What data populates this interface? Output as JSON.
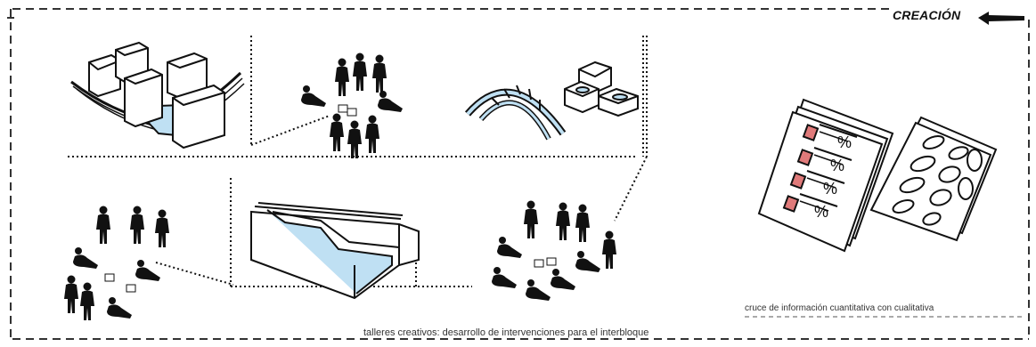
{
  "title": "CREACIÓN",
  "icons": {
    "arrow": "left-arrow-icon",
    "buildings": "river-buildings-sketch",
    "people": "people-silhouettes",
    "bridge": "arch-bridge-sketch",
    "boxes": "stepped-box-planters",
    "channel": "water-channel-sketch",
    "survey": "survey-sheet-icon",
    "notes": "speech-bubbles-sheet-icon"
  },
  "captions": {
    "workshops": "talleres creativos: desarrollo de intervenciones para el interbloque",
    "cross_info": "cruce de información cuantitativa con cualitativa"
  },
  "survey_marks": [
    "%",
    "%",
    "%",
    "%"
  ],
  "colors": {
    "water": "#bfe0f3",
    "check": "#e07a7a",
    "ink": "#111111",
    "frame": "#333333"
  }
}
